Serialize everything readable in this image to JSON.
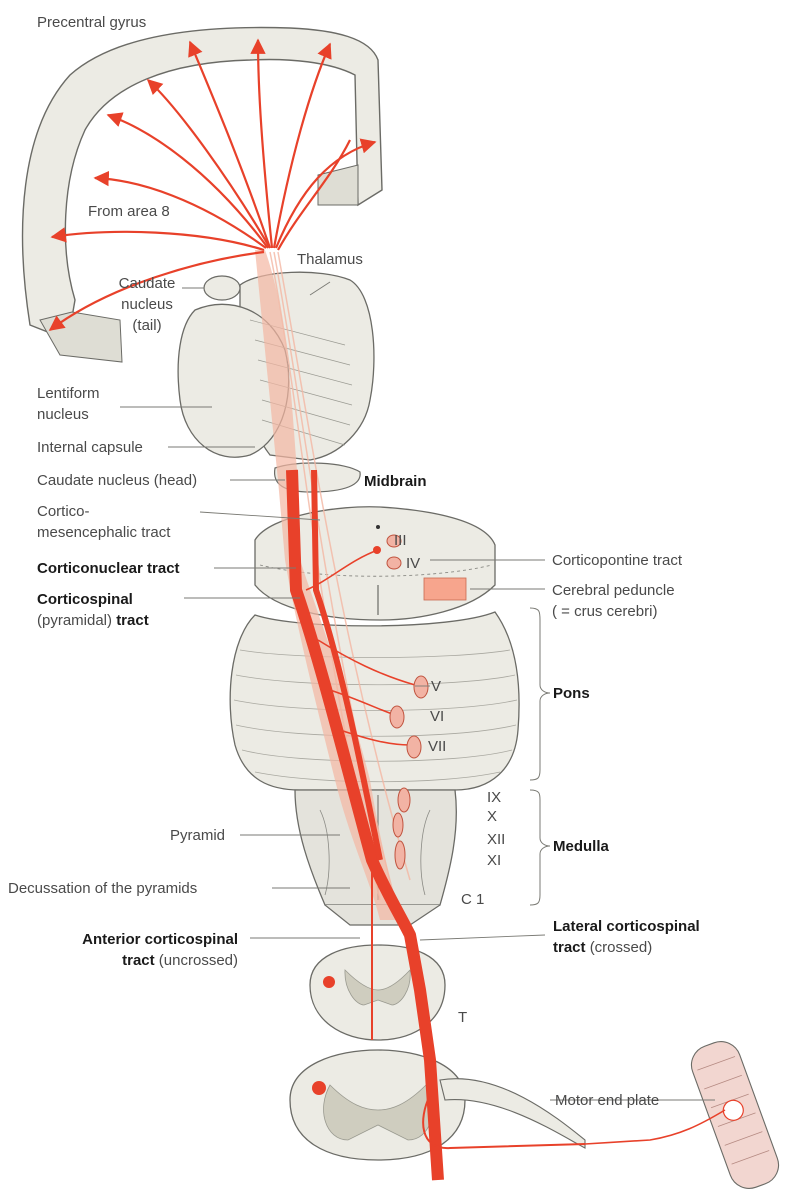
{
  "colors": {
    "tract": "#e8412a",
    "tract_light": "#f4b7a3",
    "tissue": "#ecebe4",
    "gray_matter": "#cfcdbf",
    "outline": "#6b6b66",
    "label": "#4a4a4a"
  },
  "labels": {
    "precentral_gyrus": "Precentral gyrus",
    "from_area8": "From area 8",
    "thalamus": "Thalamus",
    "caudate_tail_1": "Caudate",
    "caudate_tail_2": "nucleus",
    "caudate_tail_3": "(tail)",
    "lentiform_1": "Lentiform",
    "lentiform_2": "nucleus",
    "internal_capsule": "Internal capsule",
    "caudate_head": "Caudate nucleus (head)",
    "midbrain": "Midbrain",
    "cortico_mes_1": "Cortico-",
    "cortico_mes_2": "mesencephalic tract",
    "corticonuclear": "Corticonuclear tract",
    "corticospinal_bold": "Corticospinal",
    "pyramidal_plain": "(pyramidal)",
    "tract_bold": "tract",
    "corticopontine": "Corticopontine tract",
    "cerebral_peduncle_1": "Cerebral peduncle",
    "cerebral_peduncle_2": "( = crus cerebri)",
    "pons": "Pons",
    "medulla": "Medulla",
    "pyramid": "Pyramid",
    "decussation": "Decussation of the pyramids",
    "anterior_1": "Anterior corticospinal",
    "anterior_2_bold": "tract",
    "anterior_2_plain": "(uncrossed)",
    "lateral_1": "Lateral corticospinal",
    "lateral_2_bold": "tract",
    "lateral_2_plain": "(crossed)",
    "motor_end_plate": "Motor end plate",
    "t": "T",
    "c1": "C 1"
  },
  "nerves": {
    "III": "III",
    "IV": "IV",
    "V": "V",
    "VI": "VI",
    "VII": "VII",
    "IX": "IX",
    "X": "X",
    "XII": "XII",
    "XI": "XI"
  }
}
